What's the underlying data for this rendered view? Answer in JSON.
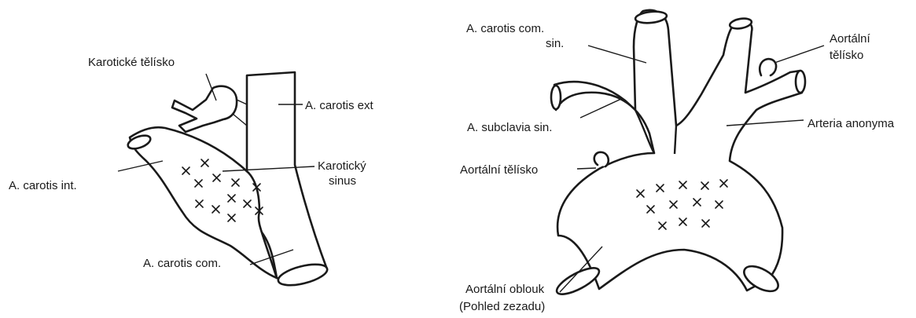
{
  "left_figure": {
    "labels": {
      "carotid_body": "Karotické tělísko",
      "ext_carotid": "A. carotis ext",
      "int_carotid": "A. carotis int.",
      "sinus_line1": "Karotický",
      "sinus_line2": "sinus",
      "common_carotid": "A. carotis com."
    }
  },
  "right_figure": {
    "labels": {
      "left_common_carotid_line1": "A. carotis com.",
      "left_common_carotid_line2": "sin.",
      "aortic_body_top_line1": "Aortální",
      "aortic_body_top_line2": "tělísko",
      "subclavian": "A. subclavia sin.",
      "anonyma": "Arteria anonyma",
      "aortic_body_left": "Aortální tělísko",
      "arch_line1": "Aortální oblouk",
      "arch_line2": "(Pohled zezadu)"
    }
  }
}
